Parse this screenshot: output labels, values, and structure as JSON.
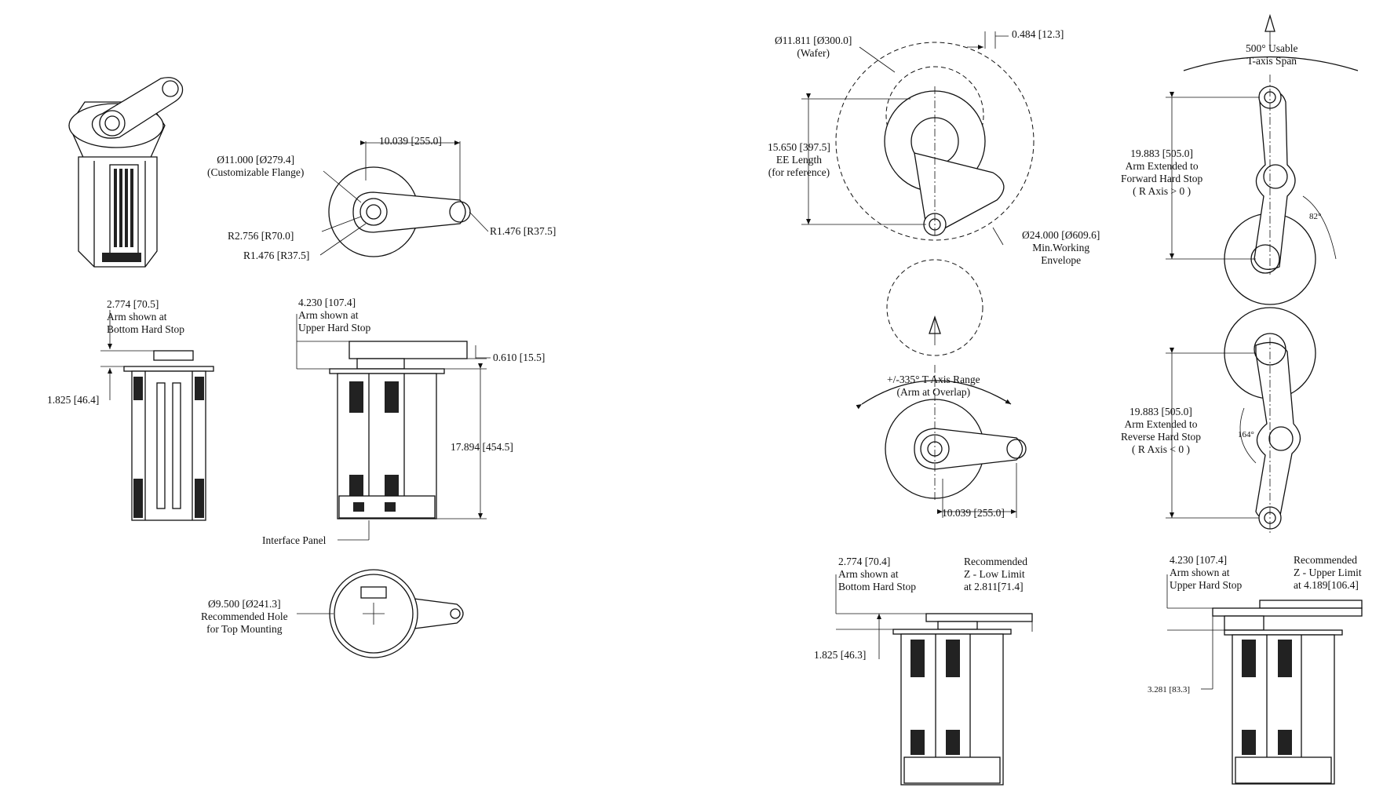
{
  "left": {
    "top_view": {
      "flange": [
        "Ø11.000 [Ø279.4]",
        "(Customizable Flange)"
      ],
      "length": "10.039 [255.0]",
      "r_outer": "R2.756 [R70.0]",
      "r_inner": "R1.476 [R37.5]",
      "r_tip": "R1.476 [R37.5]"
    },
    "side_bottom": {
      "note": [
        "2.774 [70.5]",
        "Arm shown at",
        "Bottom Hard Stop"
      ],
      "height": "1.825 [46.4]"
    },
    "side_upper": {
      "note": [
        "4.230 [107.4]",
        "Arm shown at",
        "Upper Hard Stop"
      ],
      "offset": "0.610 [15.5]",
      "height": "17.894 [454.5]",
      "panel": "Interface Panel"
    },
    "bottom_view": {
      "hole": [
        "Ø9.500 [Ø241.3]",
        "Recommended Hole",
        "for Top Mounting"
      ]
    }
  },
  "right": {
    "envelope": {
      "wafer": [
        "Ø11.811 [Ø300.0]",
        "(Wafer)"
      ],
      "gap": "0.484 [12.3]",
      "ee": [
        "15.650 [397.5]",
        "EE Length",
        "(for reference)"
      ],
      "min_env": [
        "Ø24.000 [Ø609.6]",
        "Min.Working",
        "Envelope"
      ]
    },
    "t_range": {
      "range": [
        "+/-335° T Axis Range",
        "(Arm at Overlap)"
      ],
      "length": "10.039 [255.0]"
    },
    "t_span": {
      "span": [
        "500° Usable",
        "T-axis Span"
      ],
      "forward": [
        "19.883 [505.0]",
        "Arm Extended to",
        "Forward Hard Stop",
        "( R Axis > 0 )"
      ],
      "angle_fwd": "82°",
      "reverse": [
        "19.883 [505.0]",
        "Arm Extended to",
        "Reverse Hard Stop",
        "( R Axis < 0 )"
      ],
      "angle_rev": "164°"
    },
    "z_low": {
      "note": [
        "2.774 [70.4]",
        "Arm shown at",
        "Bottom Hard Stop"
      ],
      "rec": [
        "Recommended",
        "Z - Low Limit",
        "at 2.811[71.4]"
      ],
      "height": "1.825 [46.3]"
    },
    "z_high": {
      "note": [
        "4.230 [107.4]",
        "Arm shown at",
        "Upper Hard Stop"
      ],
      "rec": [
        "Recommended",
        "Z - Upper Limit",
        "at 4.189[106.4]"
      ],
      "height": "3.281 [83.3]"
    }
  }
}
